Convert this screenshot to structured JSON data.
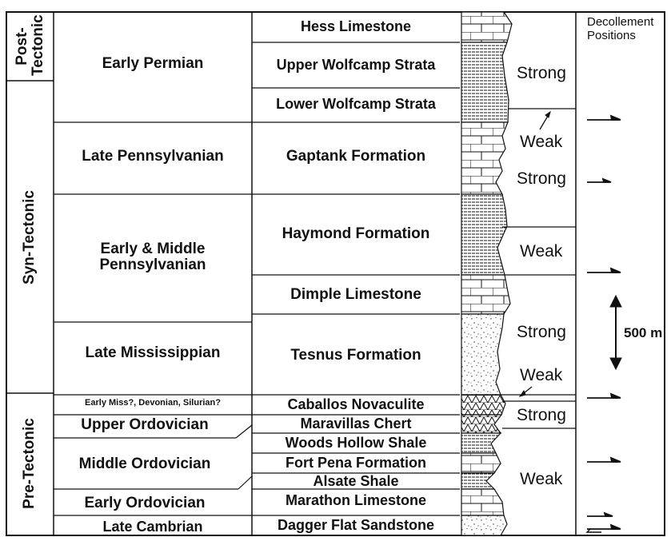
{
  "tectonic": [
    {
      "id": "post",
      "label": "Post-\nTectonic"
    },
    {
      "id": "syn",
      "label": "Syn-Tectonic"
    },
    {
      "id": "pre",
      "label": "Pre-Tectonic"
    }
  ],
  "ages": [
    {
      "id": "early-permian",
      "label": "Early Permian"
    },
    {
      "id": "late-pennsylvanian",
      "label": "Late Pennsylvanian"
    },
    {
      "id": "early-middle-pennsylvanian",
      "label": "Early & Middle\nPennsylvanian"
    },
    {
      "id": "late-mississippian",
      "label": "Late Mississippian"
    },
    {
      "id": "early-miss-devonian-silurian",
      "label": "Early Miss?, Devonian, Silurian?"
    },
    {
      "id": "upper-ordovician",
      "label": "Upper Ordovician"
    },
    {
      "id": "middle-ordovician",
      "label": "Middle Ordovician"
    },
    {
      "id": "early-ordovician",
      "label": "Early Ordovician"
    },
    {
      "id": "late-cambrian",
      "label": "Late Cambrian"
    }
  ],
  "formations": [
    {
      "id": "hess-limestone",
      "label": "Hess Limestone",
      "lithology": "limestone"
    },
    {
      "id": "upper-wolfcamp",
      "label": "Upper Wolfcamp Strata",
      "lithology": "shale"
    },
    {
      "id": "lower-wolfcamp",
      "label": "Lower Wolfcamp Strata",
      "lithology": "shale"
    },
    {
      "id": "gaptank",
      "label": "Gaptank Formation",
      "lithology": "limestone"
    },
    {
      "id": "haymond",
      "label": "Haymond Formation",
      "lithology": "shale"
    },
    {
      "id": "dimple",
      "label": "Dimple Limestone",
      "lithology": "limestone"
    },
    {
      "id": "tesnus",
      "label": "Tesnus Formation",
      "lithology": "sandstone"
    },
    {
      "id": "caballos",
      "label": "Caballos Novaculite",
      "lithology": "chert"
    },
    {
      "id": "maravillas",
      "label": "Maravillas Chert",
      "lithology": "chert"
    },
    {
      "id": "woods-hollow",
      "label": "Woods Hollow Shale",
      "lithology": "shale"
    },
    {
      "id": "fort-pena",
      "label": "Fort Pena Formation",
      "lithology": "limestone"
    },
    {
      "id": "alsate",
      "label": "Alsate Shale",
      "lithology": "shale"
    },
    {
      "id": "marathon",
      "label": "Marathon Limestone",
      "lithology": "limestone"
    },
    {
      "id": "dagger-flat",
      "label": "Dagger Flat Sandstone",
      "lithology": "sandstone"
    }
  ],
  "strength": [
    {
      "id": "strong-1",
      "label": "Strong"
    },
    {
      "id": "weak-1",
      "label": "Weak"
    },
    {
      "id": "strong-2",
      "label": "Strong"
    },
    {
      "id": "weak-2",
      "label": "Weak"
    },
    {
      "id": "strong-3",
      "label": "Strong"
    },
    {
      "id": "weak-3",
      "label": "Weak"
    },
    {
      "id": "strong-4",
      "label": "Strong"
    },
    {
      "id": "weak-4",
      "label": "Weak"
    }
  ],
  "decollement": {
    "header": "Decollement\nPositions",
    "scale_label": "500 m"
  },
  "colors": {
    "line": "#111111",
    "background": "#ffffff"
  }
}
